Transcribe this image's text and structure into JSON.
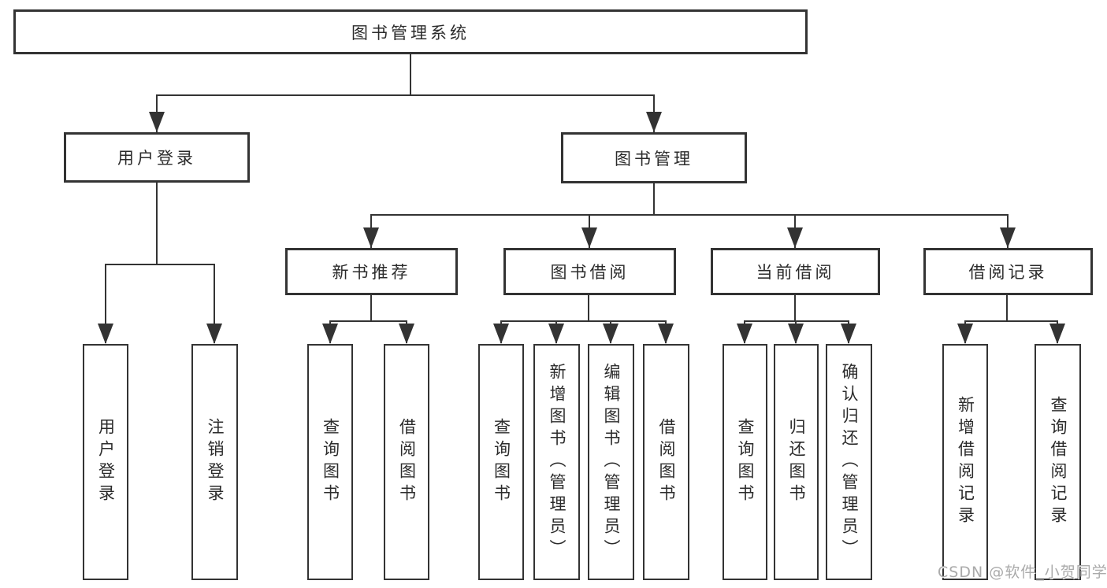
{
  "diagram_title": "图书管理系统",
  "watermark": "CSDN @软件_小贺同学",
  "colors": {
    "line": "#333333",
    "border": "#333333",
    "text": "#2b2b2b",
    "background": "#ffffff",
    "watermark": "#aaaaaa"
  },
  "nodes": {
    "root": {
      "label": "图书管理系统"
    },
    "user_login": {
      "label": "用户登录"
    },
    "book_mgmt": {
      "label": "图书管理"
    },
    "user_login_leaf": {
      "label": "用户登录"
    },
    "logout_leaf": {
      "label": "注销登录"
    },
    "new_book_rec": {
      "label": "新书推荐"
    },
    "book_borrow": {
      "label": "图书借阅"
    },
    "current_borrow": {
      "label": "当前借阅"
    },
    "borrow_records": {
      "label": "借阅记录"
    },
    "nbr_query": {
      "label": "查询图书"
    },
    "nbr_borrow": {
      "label": "借阅图书"
    },
    "bb_query": {
      "label": "查询图书"
    },
    "bb_add": {
      "label": "新增图书（管理员）"
    },
    "bb_edit": {
      "label": "编辑图书（管理员）"
    },
    "bb_borrow": {
      "label": "借阅图书"
    },
    "cb_query": {
      "label": "查询图书"
    },
    "cb_return": {
      "label": "归还图书"
    },
    "cb_confirm": {
      "label": "确认归还（管理员）"
    },
    "br_add": {
      "label": "新增借阅记录"
    },
    "br_query": {
      "label": "查询借阅记录"
    }
  }
}
